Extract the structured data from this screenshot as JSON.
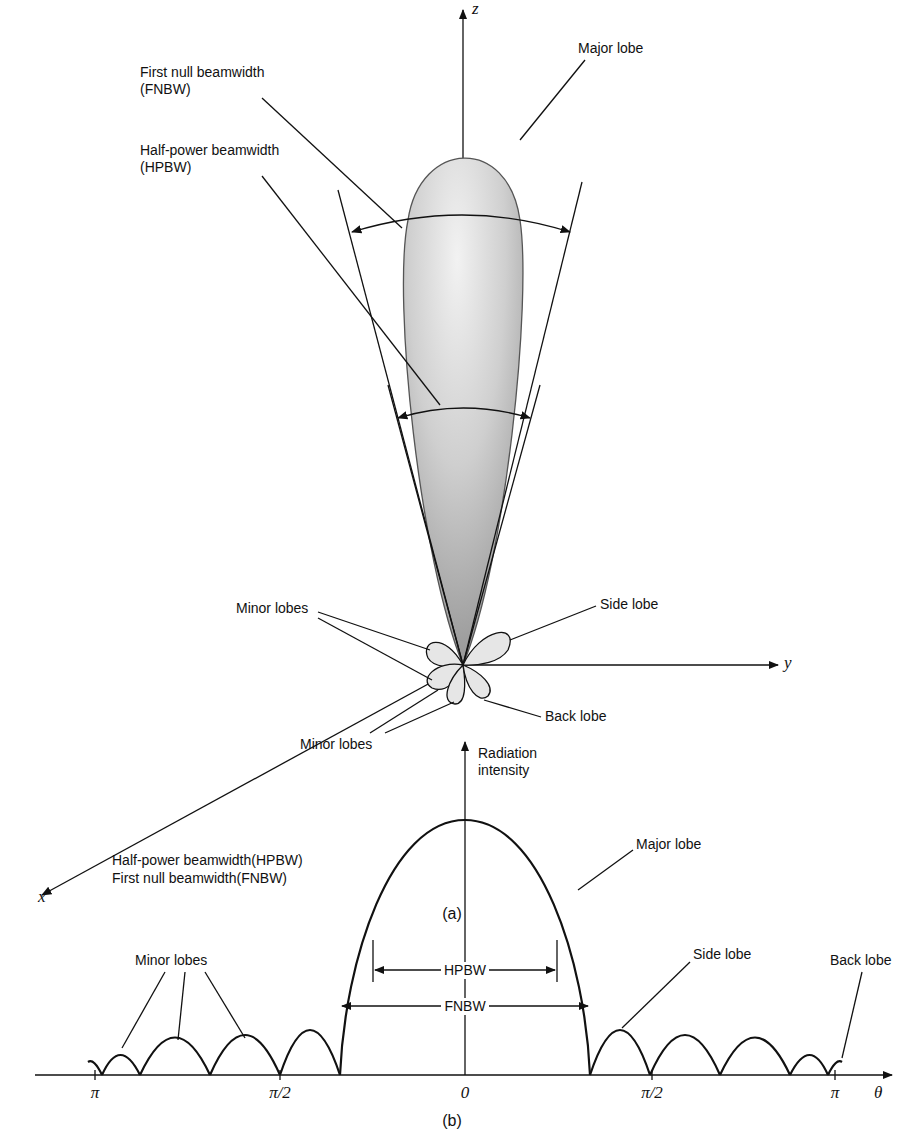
{
  "diagram": {
    "labels": [
      "z",
      "y",
      "x",
      "First null beamwidth (FNBW)",
      "Half-power beamwidth (HPBW)",
      "Major lobe",
      "Minor lobes",
      "Side lobe",
      "Back lobe",
      "Minor lobes",
      "(a)",
      "Radiation intensity",
      "Half-power beamwidth(HPBW)",
      "First null beamwidth(FNBW)",
      "Major lobe",
      "HPBW",
      "FNBW",
      "Minor lobes",
      "Side lobe",
      "Back lobe",
      "π",
      "π/2",
      "0",
      "π/2",
      "π",
      "θ",
      "(b)"
    ]
  }
}
